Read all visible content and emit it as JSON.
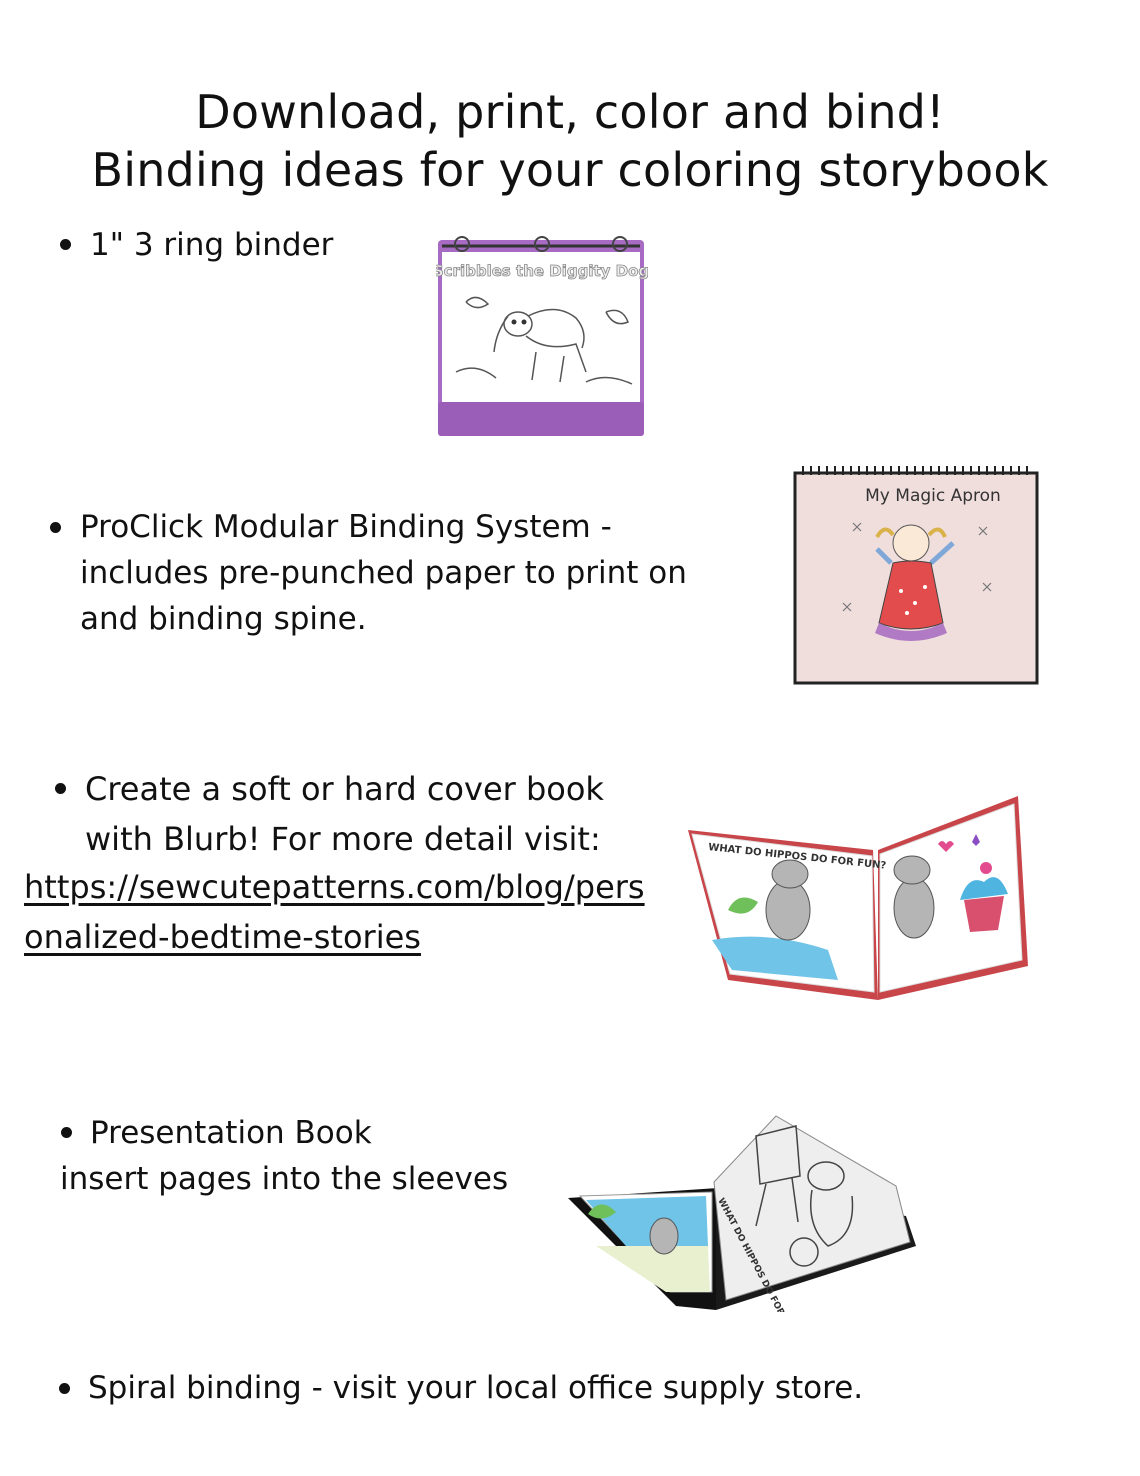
{
  "title": {
    "line1": "Download, print, color and bind!",
    "line2": "Binding ideas for your coloring storybook"
  },
  "items": [
    {
      "text": "1\" 3 ring binder",
      "image_label": "Scribbles the Diggity Dog"
    },
    {
      "text": "ProClick Modular Binding System - includes pre-punched paper to print on and binding spine.",
      "image_label": "My Magic Apron"
    },
    {
      "text": "Create a soft or hard cover book with Blurb!  For more detail visit:",
      "link": "https://sewcutepatterns.com/blog/personalized-bedtime-stories",
      "image_label": "WHAT DO HIPPOS DO FOR FUN?"
    },
    {
      "text": "Presentation Book",
      "subtext": "insert pages into the sleeves",
      "image_label": "WHAT DO HIPPOS DO FOR FUN?"
    },
    {
      "text": "Spiral binding - visit your local office supply store."
    }
  ],
  "colors": {
    "binder_purple": "#a76bc4",
    "apron_bg": "#f0dedd",
    "book_red": "#c8454a"
  }
}
